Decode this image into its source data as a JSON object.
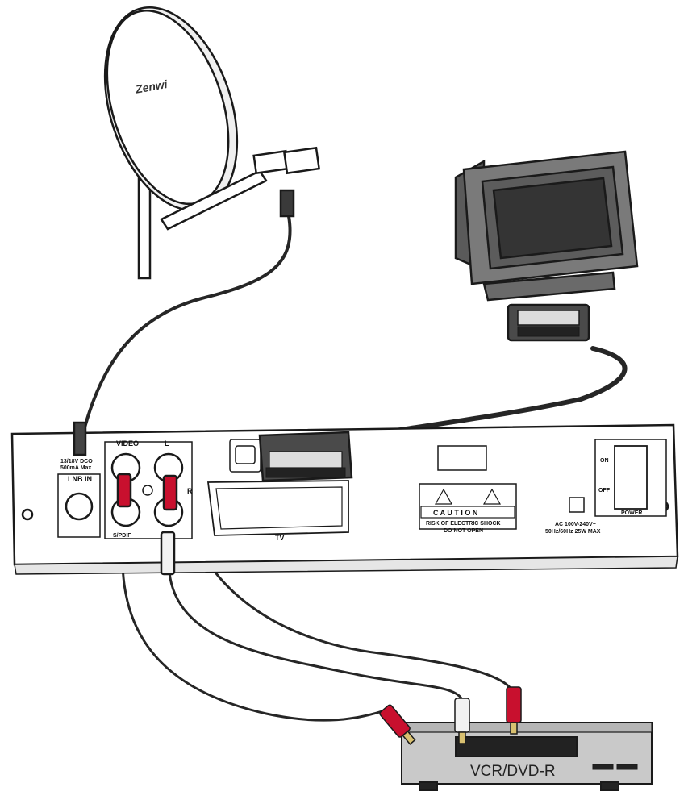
{
  "dish": {
    "brand": "Zenwi"
  },
  "receiver": {
    "lnb_note_1": "13/18V DCO",
    "lnb_note_2": "500mA Max",
    "lnb_in": "LNB IN",
    "video": "VIDEO",
    "left": "L",
    "right": "R",
    "spdif": "S/PDIF",
    "tv": "TV",
    "caution": "C A U T I O N",
    "caution_line1": "RISK OF ELECTRIC SHOCK",
    "caution_line2": "DO NOT OPEN",
    "ac_line1": "AC  100V-240V~",
    "ac_line2": "50Hz/60Hz 25W MAX",
    "on": "ON",
    "off": "OFF",
    "power": "POWER"
  },
  "vcr": {
    "label": "VCR/DVD-R"
  },
  "colors": {
    "outline": "#1a1a1a",
    "cable": "#262626",
    "rca_red": "#c8102e",
    "rca_white": "#f2f2f2",
    "vcr_body": "#c9c9c9"
  }
}
